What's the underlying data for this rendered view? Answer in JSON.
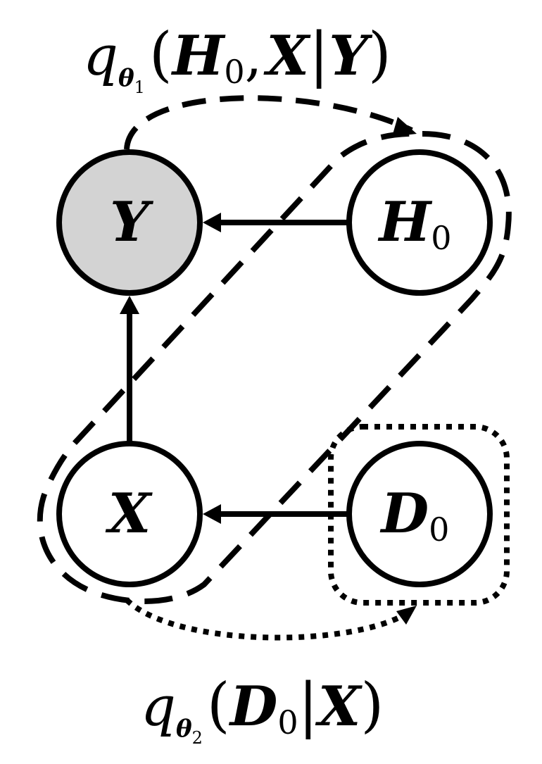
{
  "nodes": {
    "y": {
      "symbol": "Y",
      "subscript": "",
      "observed": true
    },
    "h0": {
      "symbol": "H",
      "subscript": "0",
      "observed": false
    },
    "x": {
      "symbol": "X",
      "subscript": "",
      "observed": false
    },
    "d0": {
      "symbol": "D",
      "subscript": "0",
      "observed": false
    }
  },
  "edges": [
    {
      "from": "h0",
      "to": "y"
    },
    {
      "from": "x",
      "to": "y"
    },
    {
      "from": "d0",
      "to": "x"
    }
  ],
  "posteriors": {
    "q1": {
      "fn": "q",
      "param": "θ",
      "param_sub": "1",
      "open": "(",
      "arg1": "H",
      "arg1_sub": "0",
      "comma": ",",
      "arg2": "X",
      "bar": "|",
      "cond": "Y",
      "close": ")",
      "style": "dashed"
    },
    "q2": {
      "fn": "q",
      "param": "θ",
      "param_sub": "2",
      "open": "(",
      "arg1": "D",
      "arg1_sub": "0",
      "bar": "|",
      "cond": "X",
      "close": ")",
      "style": "dotted"
    }
  },
  "colors": {
    "stroke": "#000000",
    "observed_fill": "#d3d3d3",
    "latent_fill": "#ffffff"
  }
}
